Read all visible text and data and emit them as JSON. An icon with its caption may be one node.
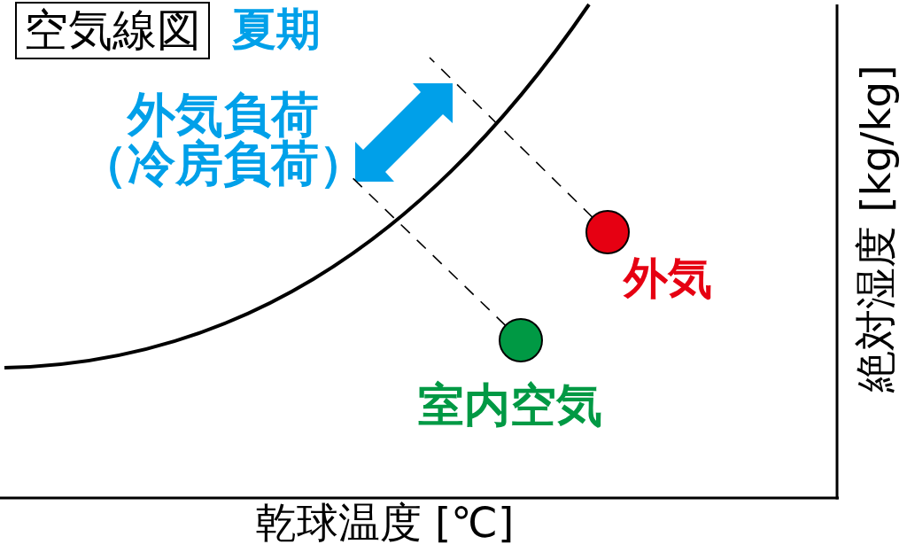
{
  "diagram": {
    "title": "空気線図",
    "nodes": [
      {
        "text": [],
        "shape": "circle",
        "beside": [
          "外気"
        ]
      },
      {
        "text": [],
        "shape": "circle",
        "beside": [
          "室内空気"
        ]
      }
    ],
    "edges": [
      {
        "from": 0,
        "to": null,
        "arrow": "none",
        "style": "dashed"
      },
      {
        "from": 1,
        "to": null,
        "arrow": "none",
        "style": "dashed"
      }
    ],
    "labels": [
      "夏期",
      "外気負荷（冷房負荷）",
      "乾球温度 [℃]",
      "絶対湿度 [kg/kg]"
    ]
  }
}
